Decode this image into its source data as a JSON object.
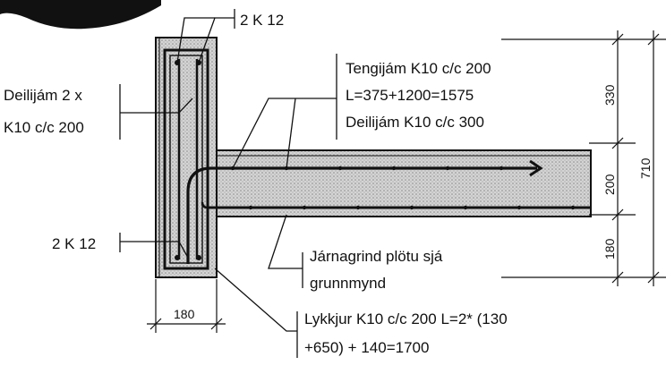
{
  "labels": {
    "top_rebar": "2 K 12",
    "bottom_rebar": "2 K 12",
    "left_stirrups_line1": "Deilijám 2 x",
    "left_stirrups_line2": "K10 c/c 200",
    "top_callout_line1": "Tengijám K10 c/c 200",
    "top_callout_line2": "L=375+1200=1575",
    "top_callout_line3": "Deilijám K10 c/c 300",
    "mesh_line1": "Járnagrind plötu sjá",
    "mesh_line2": "grunnmynd",
    "hook_line1": "Lykkjur K10 c/c 200 L=2* (130",
    "hook_line2": "+650) + 140=1700"
  },
  "dimensions": {
    "wall_width": "180",
    "upper": "330",
    "slab": "200",
    "lower": "180",
    "total": "710"
  },
  "colors": {
    "ink": "#111111",
    "concrete_fill": "#c9c9c9",
    "background": "#ffffff"
  },
  "icons": {
    "corner_mark": "black-crescent-shape"
  }
}
